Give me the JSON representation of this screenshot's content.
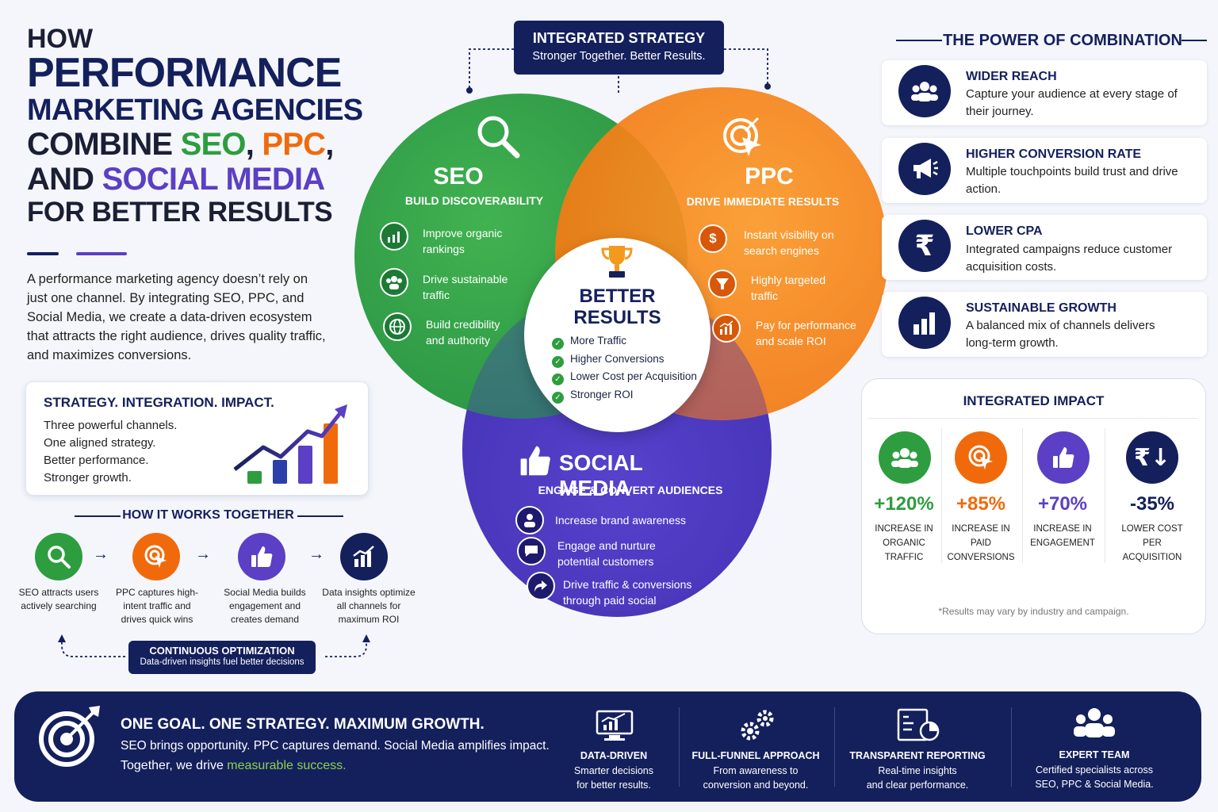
{
  "title": {
    "line1": "HOW",
    "line2": "PERFORMANCE",
    "line3": "MARKETING AGENCIES",
    "line4_a": "COMBINE ",
    "line4_seo": "SEO",
    "line4_comma": ", ",
    "line4_ppc": "PPC",
    "line4_end": ",",
    "line5_a": "AND ",
    "line5_social": "SOCIAL MEDIA",
    "line6": "FOR BETTER RESULTS"
  },
  "intro": "A performance marketing agency doesn’t rely on just one channel. By integrating SEO, PPC, and Social Media, we create a data-driven ecosystem that attracts the right audience, drives quality traffic, and maximizes conversions.",
  "strategy_card": {
    "heading": "STRATEGY. INTEGRATION. IMPACT.",
    "lines": [
      "Three powerful channels.",
      "One aligned strategy.",
      "Better performance.",
      "Stronger growth."
    ]
  },
  "how_it_works": {
    "title": "HOW IT WORKS TOGETHER",
    "steps": [
      {
        "text": "SEO attracts users actively searching"
      },
      {
        "text": "PPC captures high-intent traffic and drives quick wins"
      },
      {
        "text": "Social Media builds engagement and creates demand"
      },
      {
        "text": "Data insights optimize all channels for maximum ROI"
      }
    ],
    "continuous_title": "CONTINUOUS OPTIMIZATION",
    "continuous_desc": "Data-driven insights fuel better decisions"
  },
  "integrated_strategy": {
    "title": "INTEGRATED STRATEGY",
    "subtitle": "Stronger Together. Better Results."
  },
  "seo": {
    "title": "SEO",
    "subtitle": "BUILD DISCOVERABILITY",
    "items": [
      "Improve organic rankings",
      "Drive sustainable traffic",
      "Build credibility and authority"
    ]
  },
  "ppc": {
    "title": "PPC",
    "subtitle": "DRIVE IMMEDIATE RESULTS",
    "items": [
      "Instant visibility on search engines",
      "Highly targeted traffic",
      "Pay for performance and scale ROI"
    ]
  },
  "social": {
    "title": "SOCIAL MEDIA",
    "subtitle": "ENGAGE & CONVERT AUDIENCES",
    "items": [
      "Increase brand awareness",
      "Engage and nurture potential customers",
      "Drive traffic & conversions through paid social"
    ]
  },
  "center": {
    "title_1": "BETTER",
    "title_2": "RESULTS",
    "checks": [
      "More Traffic",
      "Higher Conversions",
      "Lower Cost per Acquisition",
      "Stronger ROI"
    ]
  },
  "power": {
    "title": "THE POWER OF COMBINATION",
    "items": [
      {
        "title": "WIDER REACH",
        "desc": "Capture your audience at every stage of their journey.",
        "icon": "users-icon"
      },
      {
        "title": "HIGHER CONVERSION RATE",
        "desc": "Multiple touchpoints build trust and drive action.",
        "icon": "megaphone-icon"
      },
      {
        "title": "LOWER CPA",
        "desc": "Integrated campaigns reduce customer acquisition costs.",
        "icon": "rupee-icon"
      },
      {
        "title": "SUSTAINABLE GROWTH",
        "desc": "A balanced mix of channels delivers long-term growth.",
        "icon": "bar-chart-icon"
      }
    ]
  },
  "impact": {
    "title": "INTEGRATED IMPACT",
    "stats": [
      {
        "value": "+120%",
        "label_1": "INCREASE IN",
        "label_2": "ORGANIC TRAFFIC",
        "color": "#2e9d3f"
      },
      {
        "value": "+85%",
        "label_1": "INCREASE IN",
        "label_2": "PAID CONVERSIONS",
        "color": "#f06a0c"
      },
      {
        "value": "+70%",
        "label_1": "INCREASE IN",
        "label_2": "ENGAGEMENT",
        "color": "#5b3fc4"
      },
      {
        "value": "-35%",
        "label_1": "LOWER COST PER",
        "label_2": "ACQUISITION",
        "color": "#14205c"
      }
    ],
    "disclaimer": "*Results may vary by industry and campaign."
  },
  "footer": {
    "headline": "ONE GOAL. ONE STRATEGY. MAXIMUM GROWTH.",
    "line1": "SEO brings opportunity. PPC captures demand. Social Media amplifies impact.",
    "line2_a": "Together, we drive ",
    "line2_b": "measurable success.",
    "cols": [
      {
        "title": "DATA-DRIVEN",
        "desc_1": "Smarter decisions",
        "desc_2": "for better results."
      },
      {
        "title": "FULL-FUNNEL APPROACH",
        "desc_1": "From awareness to",
        "desc_2": "conversion and beyond."
      },
      {
        "title": "TRANSPARENT REPORTING",
        "desc_1": "Real-time insights",
        "desc_2": "and clear performance."
      },
      {
        "title": "EXPERT TEAM",
        "desc_1": "Certified specialists across",
        "desc_2": "SEO, PPC & Social Media."
      }
    ]
  },
  "colors": {
    "navy": "#14205c",
    "green": "#2e9d3f",
    "orange": "#f06a0c",
    "purple": "#5b3fc4"
  }
}
